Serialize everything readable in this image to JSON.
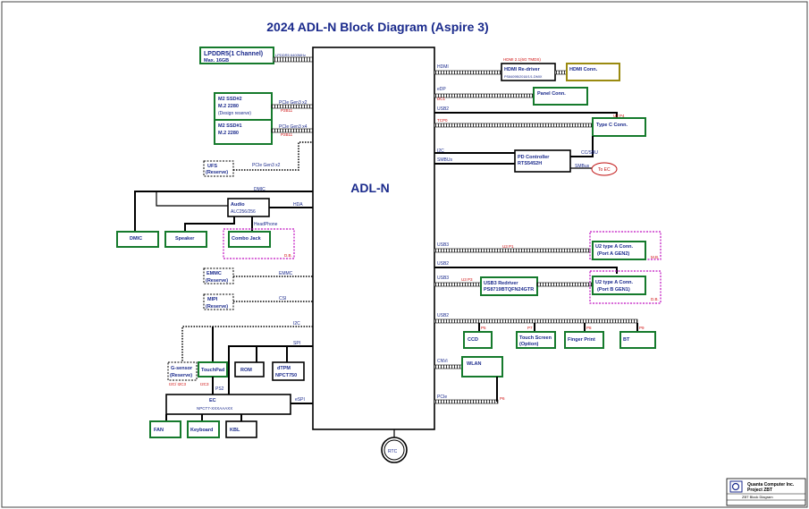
{
  "title": "2024 ADL-N Block Diagram (Aspire 3)",
  "cpu": {
    "label": "ADL-N"
  },
  "memory": {
    "name": "LPDDR5(1 Channel)",
    "size": "Max. 16GB",
    "bus": "LPDDR5 6400MHz"
  },
  "ssd2": {
    "l1": "M2 SSD#2",
    "l2": "M.2 2280",
    "l3": "(Design reserve)",
    "bus": "PCIe Gen3 x2",
    "code": "P2B11"
  },
  "ssd1": {
    "l1": "M2 SSD#1",
    "l2": "M.2 2280",
    "bus": "PCIe Gen3 x4",
    "code": "P2B11"
  },
  "ufs": {
    "l1": "UFS",
    "l2": "(Reserve)",
    "bus": "PCIe Gen3 x2"
  },
  "audio": {
    "l1": "Audio",
    "l2": "ALC256/256",
    "bus_hda": "HDA",
    "bus_dmic": "DMIC",
    "headphone": "HeadPhone"
  },
  "dmic": {
    "label": "DMIC"
  },
  "speaker": {
    "label": "Speaker"
  },
  "combo": {
    "label": "Combo Jack",
    "tag": "D.B."
  },
  "emmc": {
    "l1": "EMMC",
    "l2": "(Reserve)",
    "bus": "EMMC"
  },
  "mipi": {
    "l1": "MIPI",
    "l2": "(Reserve)",
    "bus": "CSI"
  },
  "ec": {
    "l1": "EC",
    "l2": "NPCT7-XXXAAAXX",
    "i2c": "I2C",
    "spi": "SPI",
    "espi": "eSPI"
  },
  "gsensor": {
    "l1": "G-sensor",
    "l2": "(Reserve)",
    "bus": "I2C/ I2C3"
  },
  "touchpad": {
    "label": "TouchPad",
    "bus": "I2C3",
    "ps2": "PS2"
  },
  "rom": {
    "label": "ROM"
  },
  "dtpm": {
    "l1": "dTPM",
    "l2": "NPCT750"
  },
  "fan": {
    "label": "FAN"
  },
  "keyboard": {
    "label": "Keyboard"
  },
  "kbl": {
    "label": "KBL"
  },
  "rtc": {
    "label": "RTC"
  },
  "hdmi": {
    "bus": "HDMI",
    "redriver_l1": "HDMI Re-driver",
    "redriver_l2": "PS8409B/2018/1/1.DMIX",
    "note": "HDMI 2.1(6G TMDS)",
    "conn": "HDMI Conn."
  },
  "edp": {
    "bus": "eDP",
    "bus2": "DC1",
    "conn": "Panel Conn."
  },
  "typec": {
    "bus1": "USB2",
    "bus2": "TCP0",
    "conn": "Type C Conn.",
    "code": "U2 P4"
  },
  "pd": {
    "l1": "PD Controller",
    "l2": "RTS5452H",
    "bus1": "I2C",
    "bus2": "SMBUs",
    "ccbus": "CC/SBU",
    "tag": "SMBus",
    "toec": "To EC"
  },
  "usb_a2": {
    "l1": "U2 type A Conn.",
    "l2": "(Port A GEN2)",
    "bus": "USB3",
    "code": "U3 P1",
    "tag": "M.B."
  },
  "usb_a1": {
    "l1": "U2 type A Conn.",
    "l2": "(Port B GEN1)",
    "bus1": "USB2",
    "bus2": "USB3",
    "code": "U3 P3",
    "tag": "D.B."
  },
  "usb3_redriver": {
    "l1": "USB3 Redriver",
    "l2": "PS8719BTQFN24GTR"
  },
  "usb2": {
    "bus": "USB2",
    "p5": "P5",
    "p7": "P7",
    "p8": "P8",
    "p9": "P9"
  },
  "ccd": {
    "label": "CCD"
  },
  "touchscreen": {
    "l1": "Touch Screen",
    "l2": "(Option)"
  },
  "finger": {
    "label": "Finger Print"
  },
  "bt": {
    "label": "BT"
  },
  "wlan": {
    "label": "WLAN",
    "bus1": "CNVi",
    "bus2": "PCIe",
    "code": "P6"
  },
  "footer": {
    "company": "Quanta Computer Inc.",
    "project": "Project ZBT",
    "sheet": "ZBT Block Diagram"
  }
}
